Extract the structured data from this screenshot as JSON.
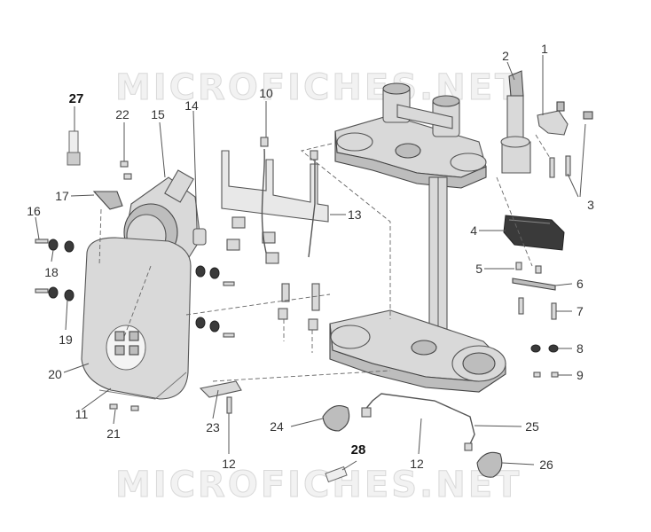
{
  "watermark": {
    "text_top": "MICROFICHES.NET",
    "text_bottom": "MICROFICHES.NET"
  },
  "callouts": {
    "c1": "1",
    "c2": "2",
    "c3": "3",
    "c4": "4",
    "c5": "5",
    "c6": "6",
    "c7": "7",
    "c8": "8",
    "c9": "9",
    "c10": "10",
    "c11": "11",
    "c12a": "12",
    "c12b": "12",
    "c13": "13",
    "c14": "14",
    "c15": "15",
    "c16": "16",
    "c17": "17",
    "c18": "18",
    "c19": "19",
    "c20": "20",
    "c21": "21",
    "c22": "22",
    "c23": "23",
    "c24": "24",
    "c25": "25",
    "c26": "26",
    "c27": "27",
    "c28": "28"
  }
}
